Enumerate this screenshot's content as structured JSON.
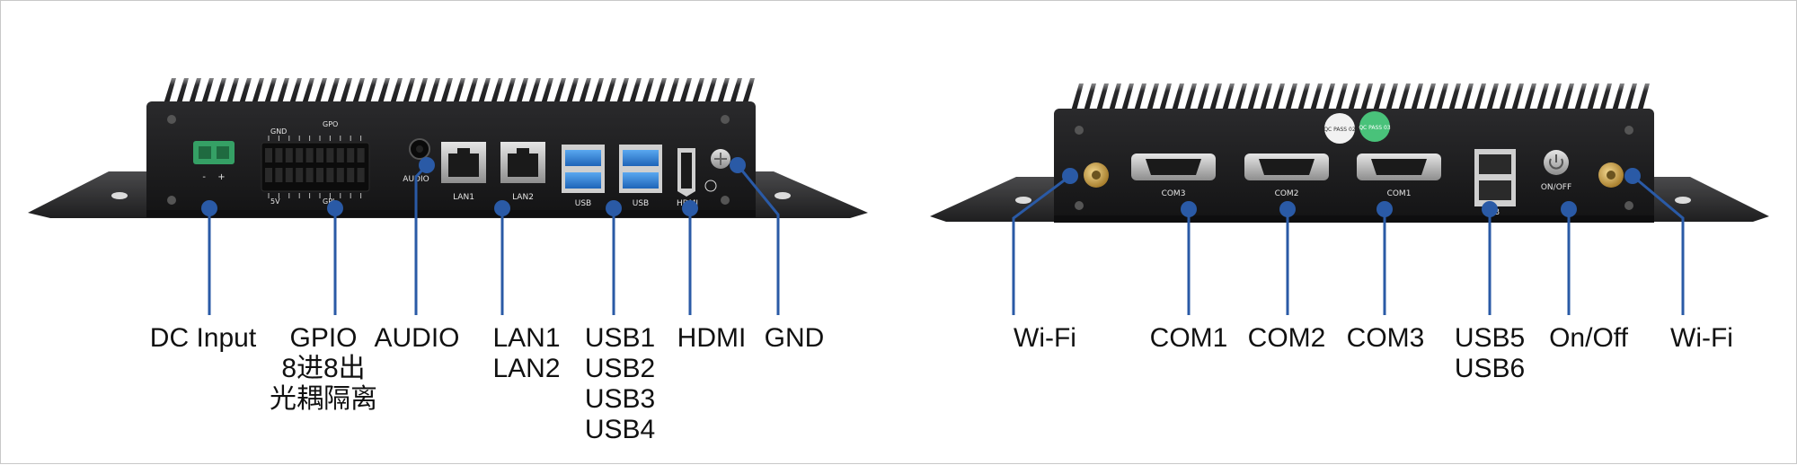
{
  "front_panel": {
    "silk": {
      "gnd": "GND",
      "gpo": "GPO",
      "v5": "5V",
      "gpi": "GPI",
      "audio": "AUDIO",
      "lan1": "LAN1",
      "lan2": "LAN2",
      "usb_a": "USB",
      "usb_b": "USB",
      "hdmi": "HDMI",
      "minus": "-",
      "plus": "+"
    },
    "callouts": [
      {
        "id": "dc-input",
        "lines": [
          "DC Input"
        ]
      },
      {
        "id": "gpio",
        "lines": [
          "GPIO",
          "8进8出",
          "光耦隔离"
        ]
      },
      {
        "id": "audio",
        "lines": [
          "AUDIO"
        ]
      },
      {
        "id": "lan",
        "lines": [
          "LAN1",
          "LAN2"
        ]
      },
      {
        "id": "usb",
        "lines": [
          "USB1",
          "USB2",
          "USB3",
          "USB4"
        ]
      },
      {
        "id": "hdmi",
        "lines": [
          "HDMI"
        ]
      },
      {
        "id": "gnd",
        "lines": [
          "GND"
        ]
      }
    ]
  },
  "rear_panel": {
    "silk": {
      "com3": "COM3",
      "com2": "COM2",
      "com1": "COM1",
      "usb": "B",
      "onoff": "ON/OFF",
      "qc1": "QC PASS 02",
      "qc2": "QC PASS 03"
    },
    "callouts": [
      {
        "id": "wifi-left",
        "lines": [
          "Wi-Fi"
        ]
      },
      {
        "id": "com1",
        "lines": [
          "COM1"
        ]
      },
      {
        "id": "com2",
        "lines": [
          "COM2"
        ]
      },
      {
        "id": "com3",
        "lines": [
          "COM3"
        ]
      },
      {
        "id": "usb56",
        "lines": [
          "USB5",
          "USB6"
        ]
      },
      {
        "id": "onoff",
        "lines": [
          "On/Off"
        ]
      },
      {
        "id": "wifi-right",
        "lines": [
          "Wi-Fi"
        ]
      }
    ]
  },
  "colors": {
    "leader": "#2a5aa6",
    "chassis": "#1b1b1c",
    "fins": "#2b2b2d",
    "flange": "#2e2e30",
    "port_blue": "#2f7fd6",
    "terminal_green": "#35a065"
  }
}
